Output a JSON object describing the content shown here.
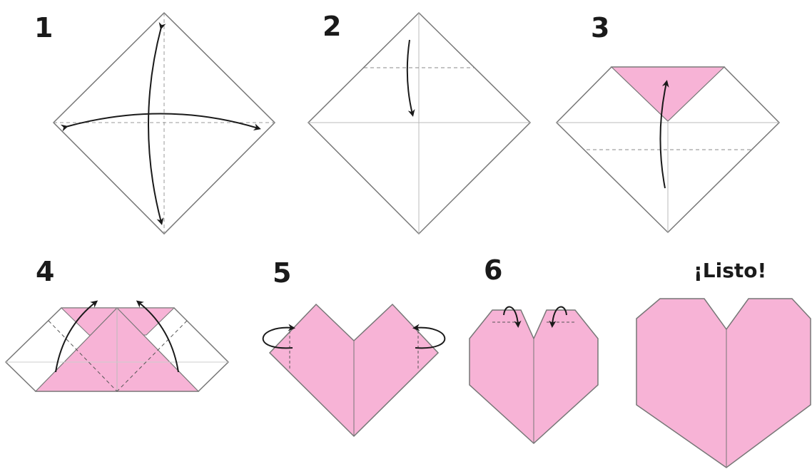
{
  "steps": [
    {
      "label": "1"
    },
    {
      "label": "2"
    },
    {
      "label": "3"
    },
    {
      "label": "4"
    },
    {
      "label": "5"
    },
    {
      "label": "6"
    }
  ],
  "done": {
    "label": "¡Listo!"
  },
  "colors": {
    "paper_pink": "#f7b3d6",
    "paper_white": "#ffffff",
    "outline": "#777777",
    "crease": "#999999",
    "arrow": "#1a1a1a"
  }
}
